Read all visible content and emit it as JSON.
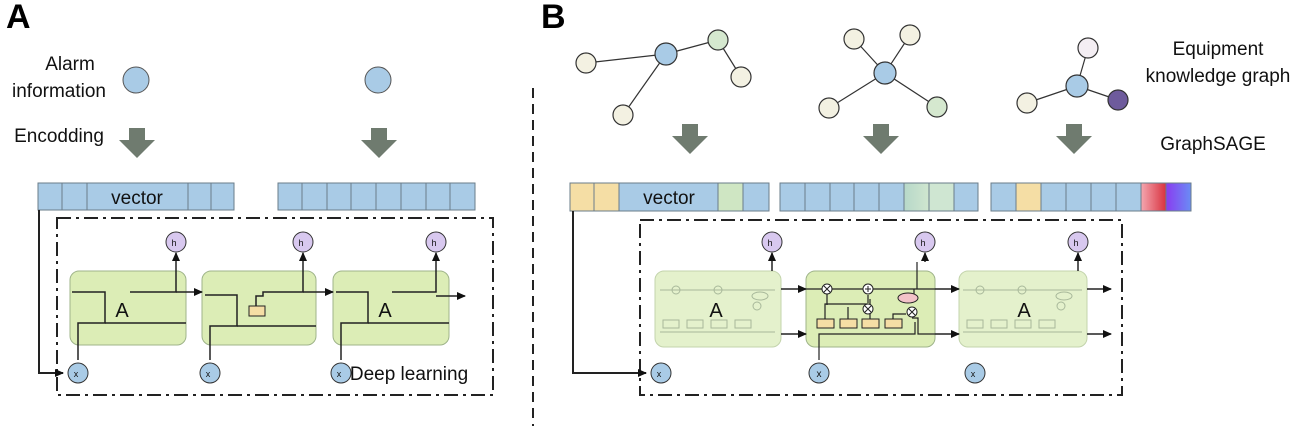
{
  "panel_a": {
    "letter": "A",
    "alarm_label": [
      "Alarm",
      "information"
    ],
    "encoding_label": "Encodding",
    "vector_label": "vector",
    "cell_label": "A",
    "deep_learning_label": "Deep learning",
    "hidden_labels": [
      "h",
      "h",
      "h"
    ],
    "input_labels": [
      "x",
      "x",
      "x"
    ]
  },
  "panel_b": {
    "letter": "B",
    "kg_label": [
      "Equipment",
      "knowledge graph"
    ],
    "graphsage_label": "GraphSAGE",
    "vector_label": "vector",
    "cell_label": "A",
    "hidden_labels": [
      "h",
      "h",
      "h"
    ],
    "input_labels": [
      "x",
      "x",
      "x"
    ]
  },
  "colors": {
    "node_blue": "#a9cbe6",
    "vector_blue": "#a9cbe6",
    "cell_green": "#dcedb6",
    "arrow_gray": "#6f7b6f",
    "hidden_purple": "#d8c8ef",
    "node_beige": "#f3f1e2",
    "node_green": "#d5e8cf",
    "node_purple": "#6e5b9c",
    "tan": "#f5dea5"
  }
}
